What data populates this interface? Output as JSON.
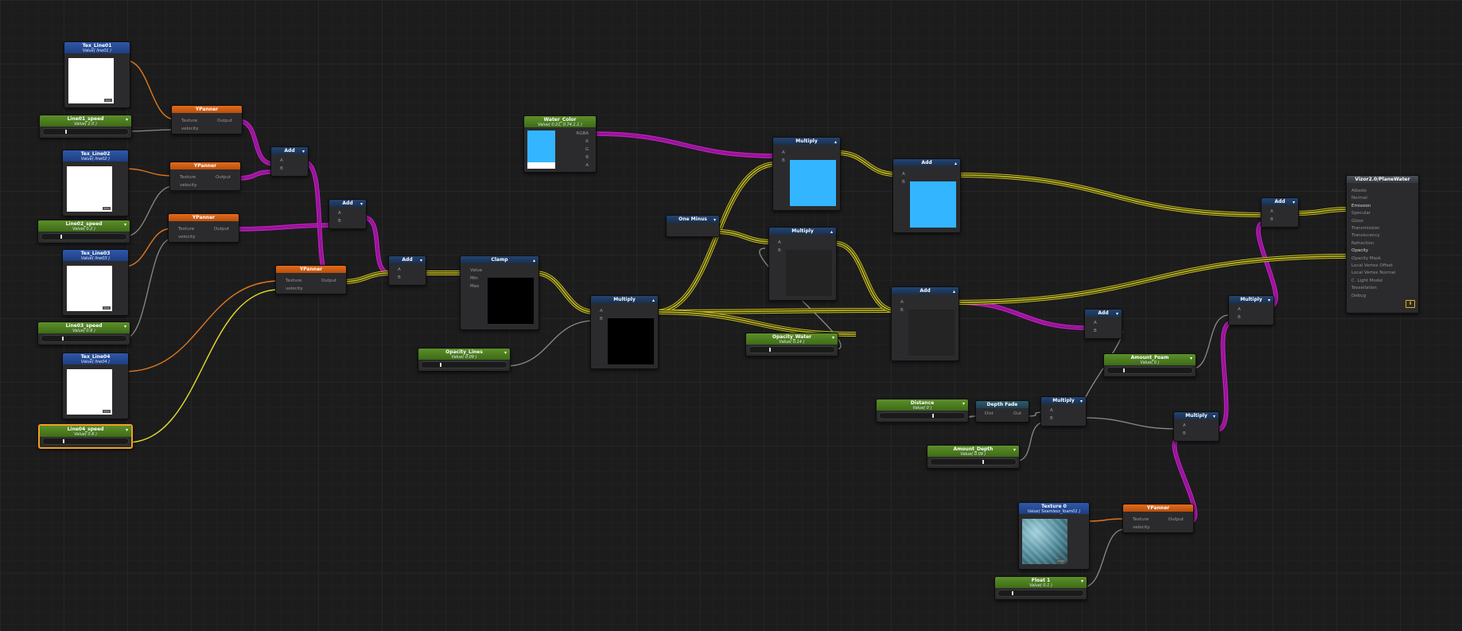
{
  "graph": {
    "tex_line01": {
      "title": "Tex_Line01",
      "value": "Value( line01 )",
      "badge": "Line"
    },
    "tex_line02": {
      "title": "Tex_Line02",
      "value": "Value( line02 )",
      "badge": "Line"
    },
    "tex_line03": {
      "title": "Tex_Line03",
      "value": "Value( line03 )",
      "badge": "Line"
    },
    "tex_line04": {
      "title": "Tex_Line04",
      "value": "Value( line04 )",
      "badge": "Line"
    },
    "line01_speed": {
      "title": "Line01_speed",
      "value": "Value( 2.0 )"
    },
    "line02_speed": {
      "title": "Line02_speed",
      "value": "Value( 0.2 )"
    },
    "line03_speed": {
      "title": "Line03_speed",
      "value": "Value( 0.8 )"
    },
    "line04_speed": {
      "title": "Line04_speed",
      "value": "Value( 0.6 )"
    },
    "ypanner": {
      "title": "YPanner",
      "in_texture": "Texture",
      "in_velocity": "velocity",
      "out": "Output"
    },
    "add": {
      "title": "Add",
      "a": "A",
      "b": "B"
    },
    "multiply": {
      "title": "Multiply",
      "a": "A",
      "b": "B"
    },
    "clamp": {
      "title": "Clamp",
      "value": "Value",
      "min": "Min",
      "max": "Max"
    },
    "opacity_lines": {
      "title": "Opacity_Lines",
      "value": "Value( 0.09 )"
    },
    "water_color": {
      "title": "Water_Color",
      "value": "Value( 0.21, 0.74,1,1 )",
      "pins": [
        "RGBA",
        "R",
        "G",
        "B",
        "A"
      ],
      "color": "#33b6ff"
    },
    "one_minus": {
      "title": "One Minus"
    },
    "opacity_water": {
      "title": "Opacity_Water",
      "value": "Value( 0.14 )"
    },
    "distance": {
      "title": "Distance",
      "value": "Value( 0 )"
    },
    "depth_fade": {
      "title": "Depth Fade",
      "in": "Dist",
      "out": "Out"
    },
    "amount_depth": {
      "title": "Amount_Depth",
      "value": "Value( 0.09 )"
    },
    "amount_foam": {
      "title": "Amount_Foam",
      "value": "Value( 0 )"
    },
    "texture0": {
      "title": "Texture 0",
      "value": "Value( Seamless_foam01 )",
      "badge": "Color"
    },
    "float1": {
      "title": "Float 1",
      "value": "Value( 0.1 )"
    },
    "output": {
      "title": "Vizor2.0/PlaneWater",
      "pins": [
        "Albedo",
        "Normal",
        "Emission",
        "Specular",
        "Gloss",
        "Transmission",
        "Translucency",
        "Refraction",
        "Opacity",
        "Opacity Mask",
        "Local Vertex Offset",
        "Local Vertex Normal",
        "C. Light Model",
        "Tessellation",
        "Debug"
      ]
    },
    "colors": {
      "texture_wire": "#e0781c",
      "float_wire": "#8a8a8a",
      "vector_wire": "#c81fc8",
      "color_wire": "#c9c020",
      "selected": "#f0a020"
    }
  }
}
